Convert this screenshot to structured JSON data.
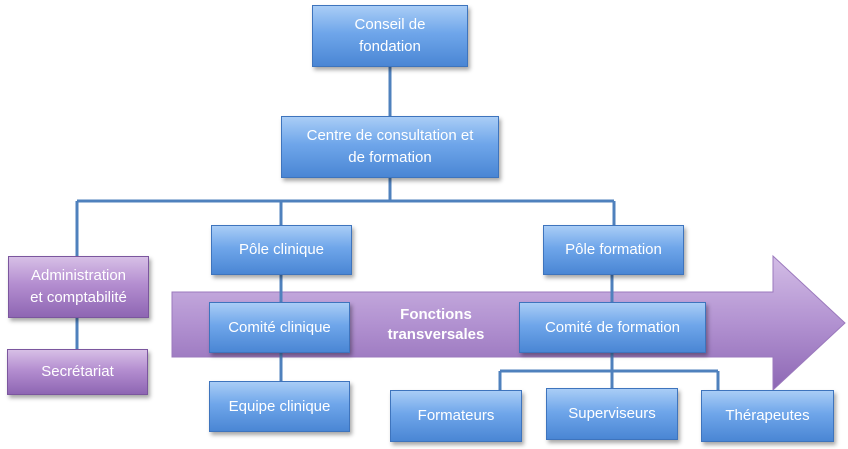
{
  "nodes": {
    "conseil": "Conseil de\nfondation",
    "centre": "Centre de consultation et\nde formation",
    "administration": "Administration\net comptabilité",
    "secretariat": "Secrétariat",
    "pole_clinique": "Pôle clinique",
    "pole_formation": "Pôle formation",
    "comite_clinique": "Comité clinique",
    "comite_formation": "Comité de formation",
    "equipe_clinique": "Equipe clinique",
    "formateurs": "Formateurs",
    "superviseurs": "Superviseurs",
    "therapeutes": "Thérapeutes"
  },
  "arrow": {
    "label": "Fonctions\ntransversales"
  },
  "colors": {
    "connector": "#4f81bd",
    "arrow_fill": "#a982c6",
    "box_blue": "#5b95de",
    "box_purple": "#a17fc1"
  }
}
